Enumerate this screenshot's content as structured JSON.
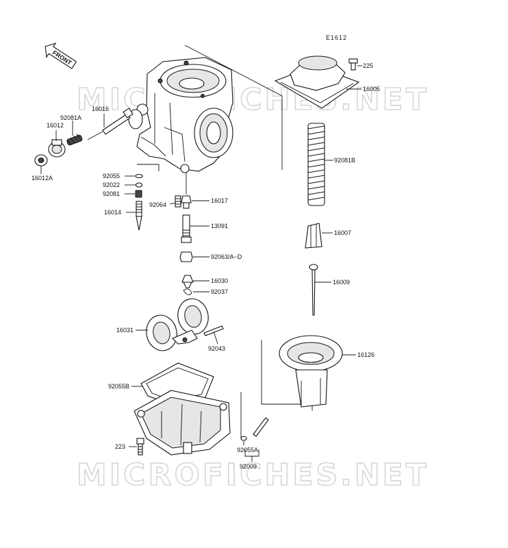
{
  "diagram_code": "E1612",
  "front_label": "FRONT",
  "watermark_text": "MICROFICHES.NET",
  "parts": [
    {
      "id": "p225",
      "label": "225"
    },
    {
      "id": "p16005",
      "label": "16005"
    },
    {
      "id": "p92081B",
      "label": "92081B"
    },
    {
      "id": "p16007",
      "label": "16007"
    },
    {
      "id": "p16009",
      "label": "16009"
    },
    {
      "id": "p16126",
      "label": "16126"
    },
    {
      "id": "p16016",
      "label": "16016"
    },
    {
      "id": "p92081A",
      "label": "92081A"
    },
    {
      "id": "p16012",
      "label": "16012"
    },
    {
      "id": "p16012A",
      "label": "16012A"
    },
    {
      "id": "p92055",
      "label": "92055"
    },
    {
      "id": "p92022",
      "label": "92022"
    },
    {
      "id": "p92081",
      "label": "92081"
    },
    {
      "id": "p16014",
      "label": "16014"
    },
    {
      "id": "p92064",
      "label": "92064"
    },
    {
      "id": "p16017",
      "label": "16017"
    },
    {
      "id": "p13091",
      "label": "13091"
    },
    {
      "id": "p92063",
      "label": "92063/A~D"
    },
    {
      "id": "p16030",
      "label": "16030"
    },
    {
      "id": "p92037",
      "label": "92037"
    },
    {
      "id": "p16031",
      "label": "16031"
    },
    {
      "id": "p92043",
      "label": "92043"
    },
    {
      "id": "p92055B",
      "label": "92055B"
    },
    {
      "id": "p223",
      "label": "223"
    },
    {
      "id": "p92055A",
      "label": "92055A"
    },
    {
      "id": "p92009",
      "label": "92009"
    }
  ],
  "colors": {
    "line": "#111111",
    "watermark": "#d6d6d6",
    "background": "#ffffff"
  }
}
